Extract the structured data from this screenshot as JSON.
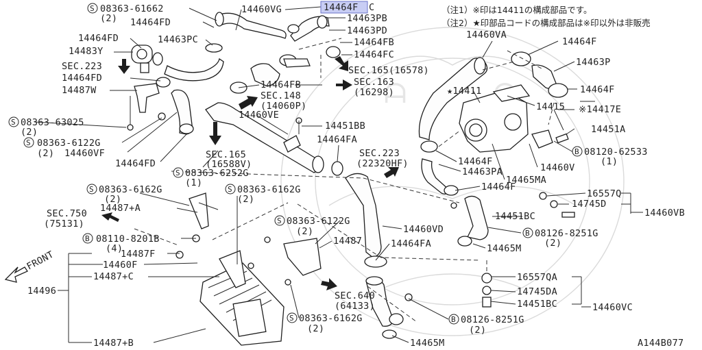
{
  "notes": {
    "note1": "（注1）※印は14411の構成部品です。",
    "note2": "（注2）★印部品コードの構成部品は※印以外は非販売"
  },
  "highlighted_part": "14464F",
  "diagram_code": "A144B077",
  "front_label": "FRONT",
  "labels": {
    "l_08363_61662": "08363-61662",
    "l_08363_61662_q": "(2)",
    "l_14460VG": "14460VG",
    "l_14463PB": "14463PB",
    "l_14463PD": "14463PD",
    "l_14464FD_a": "14464FD",
    "l_14464FD_b": "14464FD",
    "l_14483Y": "14483Y",
    "l_14463PC": "14463PC",
    "l_14464FB_a": "14464FB",
    "l_14464FC": "14464FC",
    "l_sec223_a": "SEC.223",
    "l_14464FD_c": "14464FD",
    "l_14487W": "14487W",
    "l_sec165_a": "SEC.165(16578)",
    "l_sec163": "SEC.163",
    "l_sec163_n": "(16298)",
    "l_14464FB_b": "14464FB",
    "l_sec148": "SEC.148",
    "l_sec148_n": "(14060P)",
    "l_14460VE": "14460VE",
    "l_08363_63025": "08363-63025",
    "l_08363_63025_q": "(2)",
    "l_08363_6122G_a": "08363-6122G",
    "l_08363_6122G_a_q": "(2)",
    "l_14460VF": "14460VF",
    "l_14451BB": "14451BB",
    "l_14464FA_a": "14464FA",
    "l_14464FD_d": "14464FD",
    "l_sec165_b": "SEC.165",
    "l_sec165_b_n": "(16588V)",
    "l_08363_6252G": "08363-6252G",
    "l_08363_6252G_q": "(1)",
    "l_sec223_b": "SEC.223",
    "l_sec223_b_n": "(22320HF)",
    "l_14460VA": "14460VA",
    "l_14464F_a": "14464F",
    "l_14463P": "14463P",
    "l_14464F_b": "14464F",
    "l_14411": "★14411",
    "l_14415": "14415",
    "l_14417E": "※14417E",
    "l_14451A": "14451A",
    "l_08120_62533": "08120-62533",
    "l_08120_62533_q": "(1)",
    "l_14460V": "14460V",
    "l_14464F_c": "14464F",
    "l_14463PA": "14463PA",
    "l_14465MA": "14465MA",
    "l_14464F_d": "14464F",
    "l_16557Q": "16557Q",
    "l_14745D": "14745D",
    "l_14460VB": "14460VB",
    "l_14451BC_a": "14451BC",
    "l_08126_8251G_a": "08126-8251G",
    "l_08126_8251G_a_q": "(2)",
    "l_14465M_a": "14465M",
    "l_08363_6162G_a": "08363-6162G",
    "l_08363_6162G_a_q": "(2)",
    "l_08363_6162G_b": "08363-6162G",
    "l_08363_6162G_b_q": "(2)",
    "l_14487A": "14487+A",
    "l_sec750": "SEC.750",
    "l_sec750_n": "(75131)",
    "l_08363_6122G_b": "08363-6122G",
    "l_08363_6122G_b_q": "(2)",
    "l_14460VD": "14460VD",
    "l_14487": "14487",
    "l_14464FA_b": "14464FA",
    "l_08110_8201B": "08110-8201B",
    "l_08110_8201B_q": "(4)",
    "l_14487F": "14487F",
    "l_14460F": "14460F",
    "l_14487C": "14487+C",
    "l_14496": "14496",
    "l_16557QA": "16557QA",
    "l_14745DA": "14745DA",
    "l_14451BC_b": "14451BC",
    "l_14460VC": "14460VC",
    "l_sec640": "SEC.640",
    "l_sec640_n": "(64133)",
    "l_08363_6162G_c": "08363-6162G",
    "l_08363_6162G_c_q": "(2)",
    "l_08126_8251G_b": "08126-8251G",
    "l_08126_8251G_b_q": "(2)",
    "l_14487B": "14487+B",
    "l_14465M_b": "14465M"
  }
}
